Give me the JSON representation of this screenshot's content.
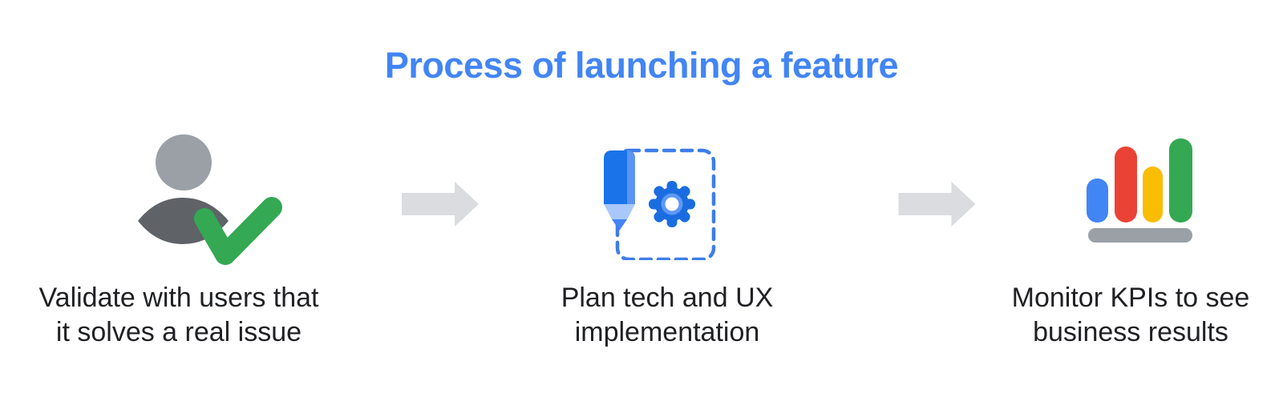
{
  "title": {
    "text": "Process of launching a feature"
  },
  "steps": [
    {
      "id": "validate",
      "icon": "user-check-icon",
      "caption": "Validate with users that it solves a real issue",
      "lines": [
        "Validate with users that",
        "it solves a real issue"
      ]
    },
    {
      "id": "plan",
      "icon": "pencil-gear-icon",
      "caption": "Plan tech and UX implementation",
      "lines": [
        "Plan tech and UX",
        "implementation"
      ]
    },
    {
      "id": "monitor",
      "icon": "bar-chart-icon",
      "caption": "Monitor KPIs to see business results",
      "lines": [
        "Monitor KPIs to see",
        "business results"
      ]
    }
  ],
  "connectors": [
    {
      "id": "arrow-1",
      "icon": "right-arrow-icon"
    },
    {
      "id": "arrow-2",
      "icon": "right-arrow-icon"
    }
  ],
  "colors": {
    "title_blue": "#4285F4",
    "text_dark": "#202124",
    "arrow_gray": "#DADCE0",
    "head_gray": "#9AA0A6",
    "body_gray": "#5F6368",
    "check_green": "#34A853",
    "pencil_blue": "#1A73E8",
    "pencil_stripe": "#5B94F2",
    "pencil_wood": "#A8C7FA",
    "pencil_tip": "#4285F4",
    "gear_blue": "#1A6DE0",
    "gear_ring": "#5E97F6",
    "gear_hole": "#FFFFFF",
    "dash_blue": "#3E7DE8",
    "bar_blue": "#4285F4",
    "bar_red": "#EA4335",
    "bar_yellow": "#FBBC04",
    "bar_green": "#34A853",
    "base_gray": "#9AA0A6",
    "background": "#FFFFFF"
  }
}
